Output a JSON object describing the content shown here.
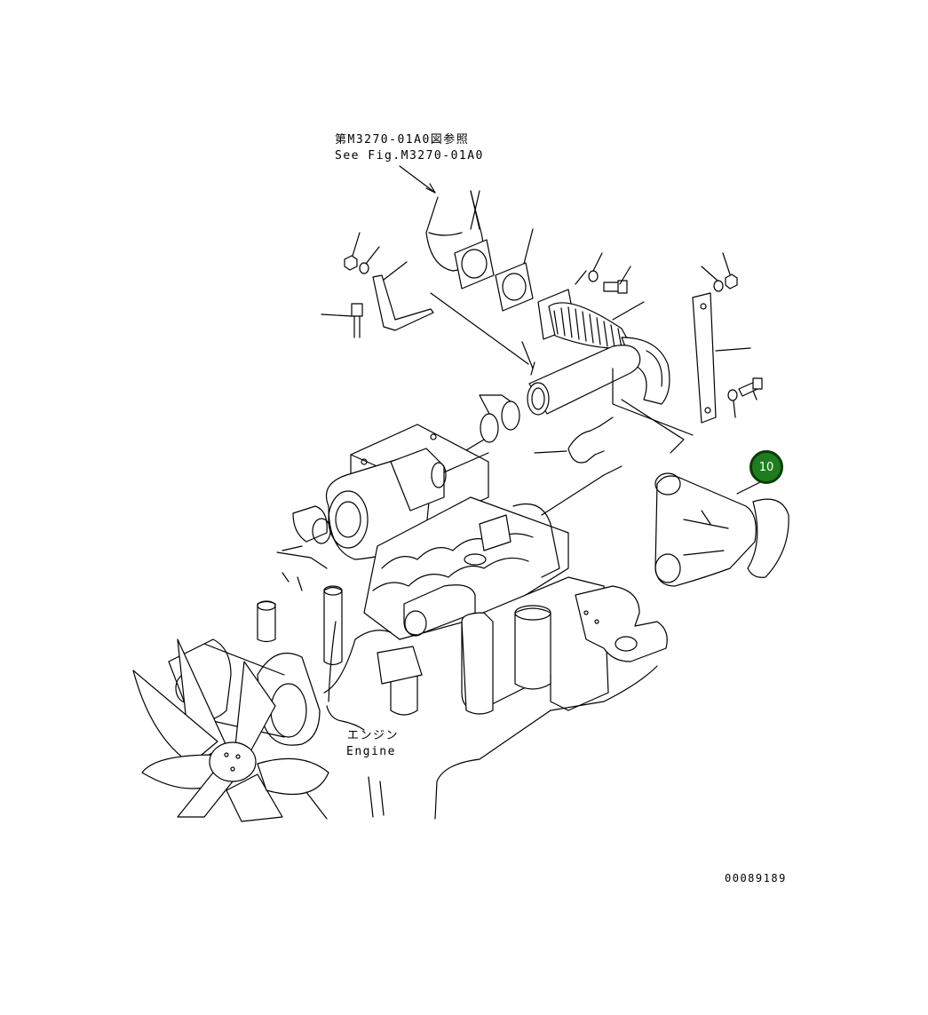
{
  "reference_note": {
    "line_jp": "第M3270-01A0図参照",
    "line_en": "See Fig.M3270-01A0"
  },
  "engine_label": {
    "jp": "エンジン",
    "en": "Engine"
  },
  "callout": {
    "number": "10",
    "color": "#1e7d1e"
  },
  "drawing_number": "00089189"
}
